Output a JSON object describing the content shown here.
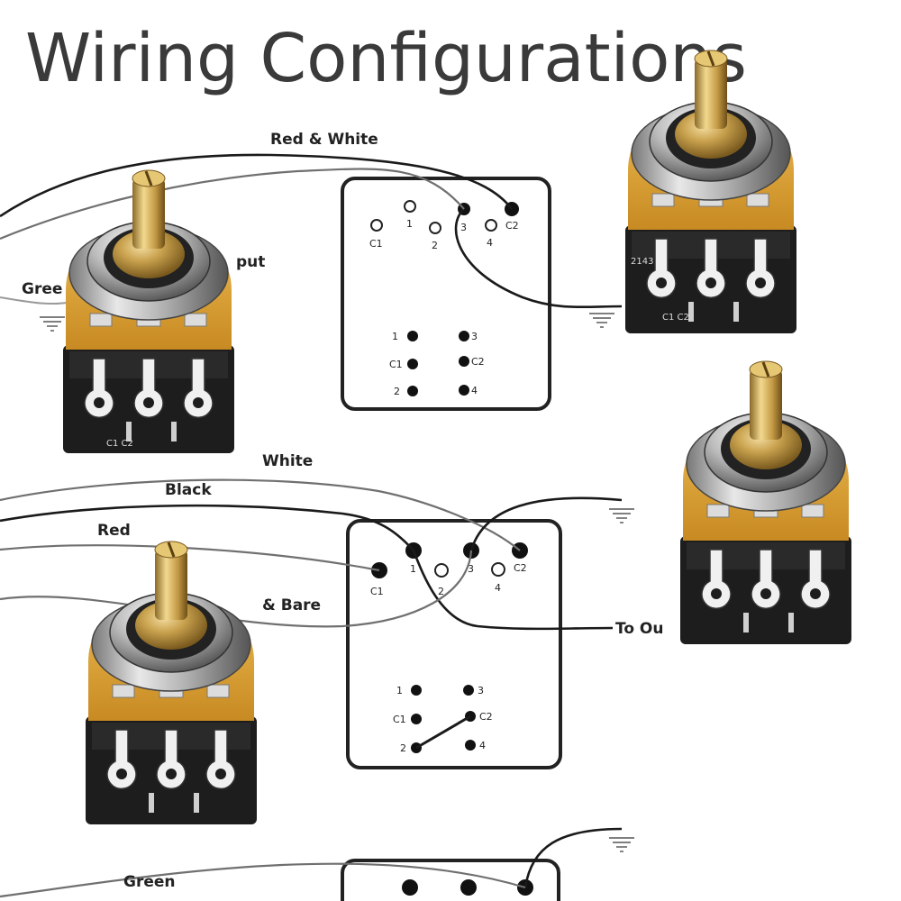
{
  "title": "Wiring Configurations",
  "wire_labels": {
    "red_white": "Red & White",
    "green_top": "Gree",
    "output_top": "put",
    "white": "White",
    "black": "Black",
    "red": "Red",
    "bare": "& Bare",
    "to_output": "To Ou",
    "green_bottom": "Green"
  },
  "switch_pins": {
    "c1": "C1",
    "p1": "1",
    "p2": "2",
    "p3": "3",
    "p4": "4",
    "c2": "C2"
  },
  "pot_marking": "C1 C2",
  "pot_code": "2143"
}
